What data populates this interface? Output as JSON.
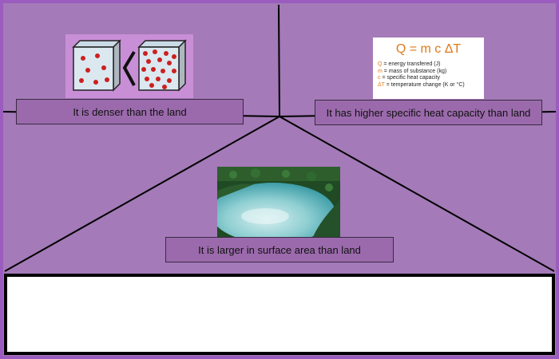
{
  "panels": {
    "left": {
      "caption": "It is denser than the land"
    },
    "right": {
      "caption": "It has higher specific heat capacity than land",
      "formula": "Q = m c ΔT",
      "legend": [
        {
          "sym": "Q",
          "text": " = energy transfered (J)"
        },
        {
          "sym": "m",
          "text": " = mass of substance (kg)"
        },
        {
          "sym": "c",
          "text": " = specific heat capacity"
        },
        {
          "sym": "ΔT",
          "text": " = temperature change (K or °C)"
        }
      ]
    },
    "bottom": {
      "caption": "It is larger in surface area than land"
    }
  },
  "answer_box": {
    "text": ""
  },
  "icons": [
    "density-cubes-icon",
    "formula-image",
    "lake-photo"
  ],
  "colors": {
    "background": "#a47ab8",
    "caption_bg": "#9b6aac",
    "formula": "#e07a1a"
  }
}
